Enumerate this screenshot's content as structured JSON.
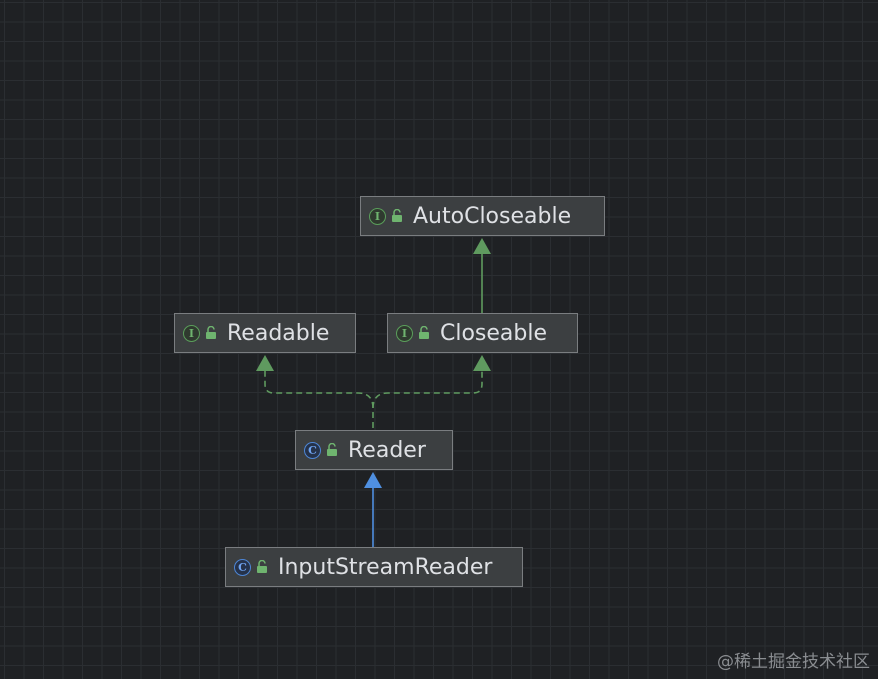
{
  "nodes": [
    {
      "id": "autocloseable",
      "label": "AutoCloseable",
      "kind": "interface",
      "kind_letter": "I"
    },
    {
      "id": "readable",
      "label": "Readable",
      "kind": "interface",
      "kind_letter": "I"
    },
    {
      "id": "closeable",
      "label": "Closeable",
      "kind": "interface",
      "kind_letter": "I"
    },
    {
      "id": "reader",
      "label": "Reader",
      "kind": "class",
      "kind_letter": "C"
    },
    {
      "id": "inputstreamreader",
      "label": "InputStreamReader",
      "kind": "class",
      "kind_letter": "C"
    }
  ],
  "edges": [
    {
      "from": "closeable",
      "to": "autocloseable",
      "type": "extends-interface"
    },
    {
      "from": "reader",
      "to": "readable",
      "type": "implements"
    },
    {
      "from": "reader",
      "to": "closeable",
      "type": "implements"
    },
    {
      "from": "inputstreamreader",
      "to": "reader",
      "type": "extends-class"
    }
  ],
  "colors": {
    "background": "#1f2124",
    "interface_edge": "#5f9a5f",
    "class_edge": "#4f8fe0",
    "node_fill": "#3c3f41",
    "node_border": "#7a7d80"
  },
  "watermark": "@稀土掘金技术社区"
}
